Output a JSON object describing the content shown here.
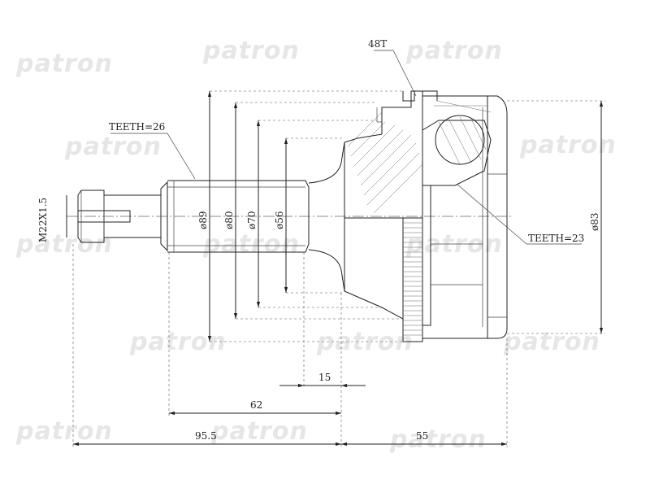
{
  "watermark": {
    "text": "patron"
  },
  "labels": {
    "teeth_left": "TEETH=26",
    "teeth_right": "TEETH=23",
    "abs_teeth": "48T",
    "thread": "M22X1.5",
    "dia_89": "ø89",
    "dia_80": "ø80",
    "dia_70": "ø70",
    "dia_56": "ø56",
    "dia_83": "ø83",
    "dim_15": "15",
    "dim_62": "62",
    "dim_95_5": "95.5",
    "dim_55": "55"
  }
}
